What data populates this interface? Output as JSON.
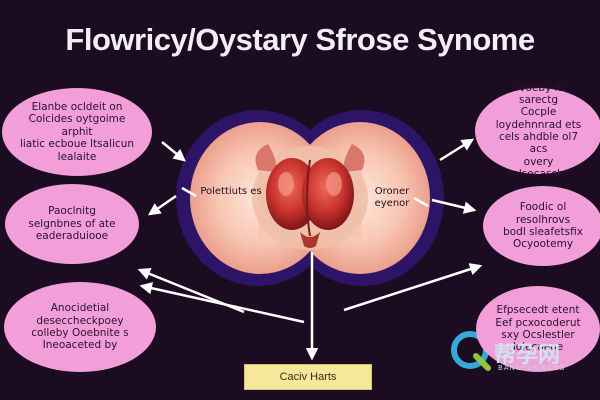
{
  "title": "Flowricy/Oystary Sfrose Synome",
  "left_bubbles": [
    {
      "lines": [
        "Elanbe ocldeit on",
        "Colcides oytgoime arphit",
        "liatic ecboue ltsalicun",
        "lealaite"
      ]
    },
    {
      "lines": [
        "Paoclnitg",
        "selgnbnes of ate",
        "eaderaduiooe"
      ]
    },
    {
      "lines": [
        "Anocidetial",
        "deseccheckpoey",
        "colleby Ooebnite s",
        "Ineoaceted by"
      ]
    }
  ],
  "right_bubbles": [
    {
      "lines": [
        "Dvoeby ltt sarectg",
        "Cocple loydehnnrad ets",
        "cels ahdble ol7 acs",
        "overy colsecasche"
      ]
    },
    {
      "lines": [
        "Foodic ol resolhrovs",
        "bodl sleafetsfix",
        "Ocyootemy"
      ]
    },
    {
      "lines": [
        "Efpsecedt etent",
        "Eef pcxocoderut",
        "sxy Ocslestler",
        "lolecaeoe"
      ]
    }
  ],
  "center": {
    "left_label": "Polettiuts es",
    "right_label": "Oroner eyenor"
  },
  "cta_label": "Caciv Harts",
  "watermark": {
    "text": "帮孕网",
    "sub": "BANGYUNWANG"
  },
  "colors": {
    "background": "#1c0c22",
    "bubble": "#f29fd9",
    "ring": "#2e1466",
    "cta": "#f7e79b"
  }
}
